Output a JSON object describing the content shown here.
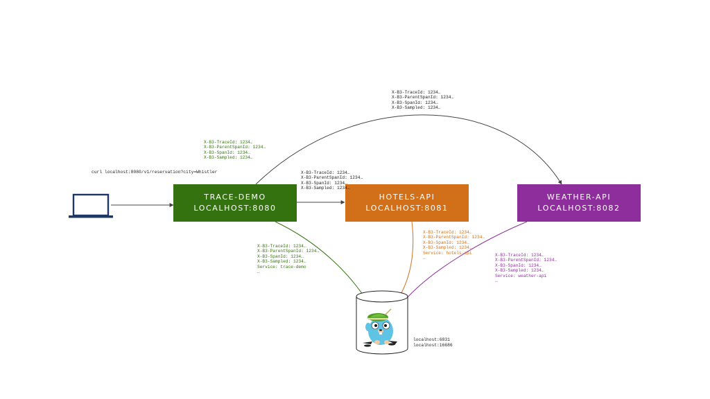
{
  "colors": {
    "trace_demo": "#34720f",
    "hotels_api": "#d2701a",
    "weather_api": "#8e2e9c",
    "laptop": "#1b3766",
    "arrow_dark": "#444444"
  },
  "client": {
    "icon": "laptop-icon",
    "command": "curl localhost:8080/v1/reservation?city=Whistler"
  },
  "services": {
    "trace_demo": {
      "name": "TRACE-DEMO",
      "address": "LOCALHOST:8080"
    },
    "hotels_api": {
      "name": "HOTELS-API",
      "address": "LOCALHOST:8081"
    },
    "weather_api": {
      "name": "WEATHER-API",
      "address": "LOCALHOST:8082"
    }
  },
  "headers": {
    "top_arc": [
      "X-B3-TraceId: 1234…",
      "X-B3-ParentSpanId: 1234…",
      "X-B3-SpanId: 1234…",
      "X-B3-Sampled: 1234…"
    ],
    "trace_demo_upper": [
      "X-B3-TraceId: 1234…",
      "X-B3-ParentSpanId: 1234…",
      "X-B3-SpanId: 1234…",
      "X-B3-Sampled: 1234…"
    ],
    "to_hotels": [
      "X-B3-TraceId: 1234…",
      "X-B3-ParentSpanId: 1234…",
      "X-B3-SpanId: 1234…",
      "X-B3-Sampled: 1234…"
    ],
    "trace_demo_to_collector": [
      "X-B3-TraceId: 1234…",
      "X-B3-ParentSpanId: 1234…",
      "X-B3-SpanId: 1234…",
      "X-B3-Sampled: 1234…",
      "Service: trace-demo",
      "…"
    ],
    "hotels_to_collector": [
      "X-B3-TraceId: 1234…",
      "X-B3-ParentSpanId: 1234…",
      "X-B3-SpanId: 1234…",
      "X-B3-Sampled: 1234…",
      "Service: hotels-api",
      "…"
    ],
    "weather_to_collector": [
      "X-B3-TraceId: 1234…",
      "X-B3-ParentSpanId: 1234…",
      "X-B3-SpanId: 1234…",
      "X-B3-Sampled: 1234…",
      "Service: weather-api",
      "…"
    ]
  },
  "collector": {
    "icon": "gopher-mascot-icon",
    "addresses": [
      "localhost:6831",
      "localhost:16686"
    ]
  }
}
